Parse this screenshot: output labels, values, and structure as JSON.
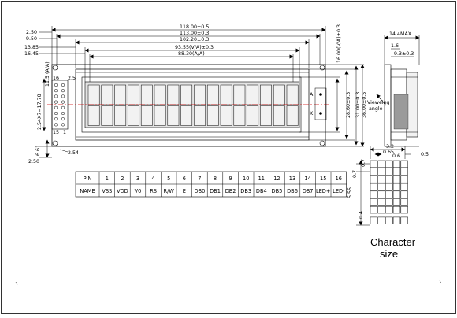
{
  "colors": {
    "line": "#000000",
    "center_line": "#cc0000",
    "background": "#ffffff",
    "cell_fill": "#f2f2f2",
    "lcd_fill": "#e4e4e4"
  },
  "dimensions": {
    "top": [
      "118.00±0.5",
      "113.00±0.3",
      "102.20±0.3",
      "93.55(V/A)±0.3",
      "88.30(A/A)"
    ],
    "left": [
      "2.50",
      "9.50",
      "13.85",
      "16.45"
    ],
    "right_vertical": [
      "16.00(V/A)±0.3",
      "28.60±0.3",
      "31.00±0.3",
      "36.00±0.5"
    ],
    "left_vertical": [
      "2.54X7=17.78",
      "11.5 (A/A)",
      "2.5",
      "16",
      "1",
      "15"
    ],
    "bottom_left": [
      "6.61",
      "2.50",
      "2.54"
    ],
    "side_view": [
      "14.4MAX",
      "1.6",
      "9.3±0.3"
    ],
    "pads": [
      "A",
      "K"
    ],
    "viewing_angle": [
      "Vieweing",
      "angle"
    ],
    "character": [
      "3.2",
      "0.65",
      "0.6",
      "0.5",
      "0.7",
      "0.7",
      "5.55",
      "0.4"
    ]
  },
  "pin_table": {
    "header_label": "PIN",
    "name_label": "NAME",
    "pins": [
      "1",
      "2",
      "3",
      "4",
      "5",
      "6",
      "7",
      "8",
      "9",
      "10",
      "11",
      "12",
      "13",
      "14",
      "15",
      "16"
    ],
    "names": [
      "VSS",
      "VDD",
      "V0",
      "RS",
      "R/W",
      "E",
      "DB0",
      "DB1",
      "DB2",
      "DB3",
      "DB4",
      "DB5",
      "DB6",
      "DB7",
      "LED+",
      "LED-"
    ]
  },
  "character_caption": [
    "Character",
    "size"
  ]
}
